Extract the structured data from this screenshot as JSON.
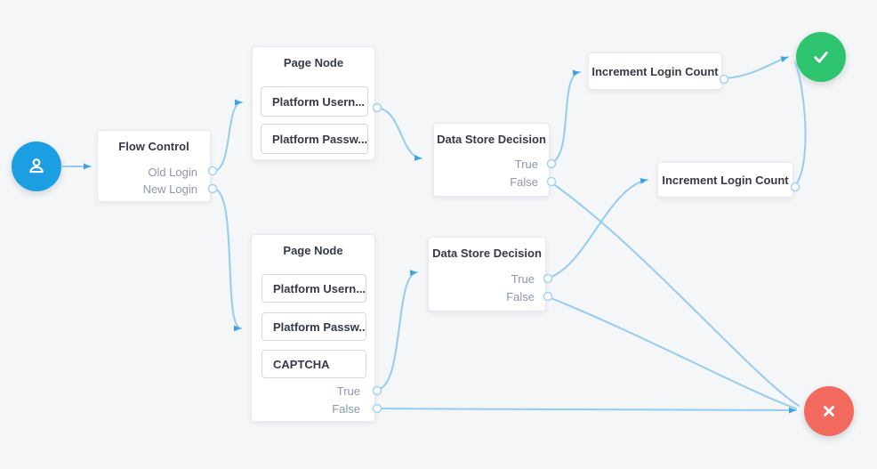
{
  "colors": {
    "bg": "#f4f6f8",
    "edge": "#96ccf0",
    "arrow": "#3fa2e5",
    "port_stroke": "#a3d3f2",
    "start_blue": "#1b9fe2",
    "success_green": "#2ec46f",
    "fail_red": "#f26a5e",
    "node_title": "#333b47",
    "port_label": "#8b99ab"
  },
  "nodes": {
    "start": {
      "icon": "person-icon"
    },
    "flow_control": {
      "title": "Flow Control",
      "outputs": [
        "Old Login",
        "New Login"
      ]
    },
    "page_node_top": {
      "title": "Page Node",
      "items": [
        "Platform Usern...",
        "Platform Passw..."
      ]
    },
    "data_store_top": {
      "title": "Data Store Decision",
      "outputs": [
        "True",
        "False"
      ]
    },
    "increment_top": {
      "title": "Increment Login Count"
    },
    "success_end": {
      "icon": "check-icon"
    },
    "increment_bottom": {
      "title": "Increment Login Count"
    },
    "page_node_bottom": {
      "title": "Page Node",
      "items": [
        "Platform Usern...",
        "Platform Passw...",
        "CAPTCHA"
      ],
      "outputs": [
        "True",
        "False"
      ]
    },
    "data_store_bottom": {
      "title": "Data Store Decision",
      "outputs": [
        "True",
        "False"
      ]
    },
    "fail_end": {
      "icon": "x-icon"
    }
  },
  "edges": [
    {
      "from": "start",
      "to": "flow_control"
    },
    {
      "from": "flow_control:Old Login",
      "to": "page_node_top"
    },
    {
      "from": "flow_control:New Login",
      "to": "page_node_bottom"
    },
    {
      "from": "page_node_top",
      "to": "data_store_top"
    },
    {
      "from": "data_store_top:True",
      "to": "increment_top"
    },
    {
      "from": "data_store_top:False",
      "to": "fail_end"
    },
    {
      "from": "increment_top",
      "to": "success_end"
    },
    {
      "from": "increment_bottom",
      "to": "success_end"
    },
    {
      "from": "page_node_bottom:True",
      "to": "data_store_bottom"
    },
    {
      "from": "page_node_bottom:False",
      "to": "fail_end"
    },
    {
      "from": "data_store_bottom:True",
      "to": "increment_bottom"
    },
    {
      "from": "data_store_bottom:False",
      "to": "fail_end"
    }
  ]
}
